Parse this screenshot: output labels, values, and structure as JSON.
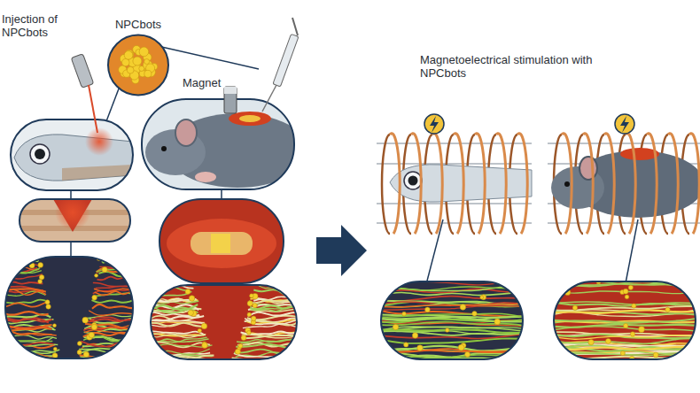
{
  "diagram": {
    "nodes": [
      {
        "text": [
          "NPCbots"
        ]
      }
    ],
    "labels": [
      "Injection of NPCbots",
      "Magnet",
      "Magnetoelectrical stimulation with NPCbots"
    ]
  }
}
